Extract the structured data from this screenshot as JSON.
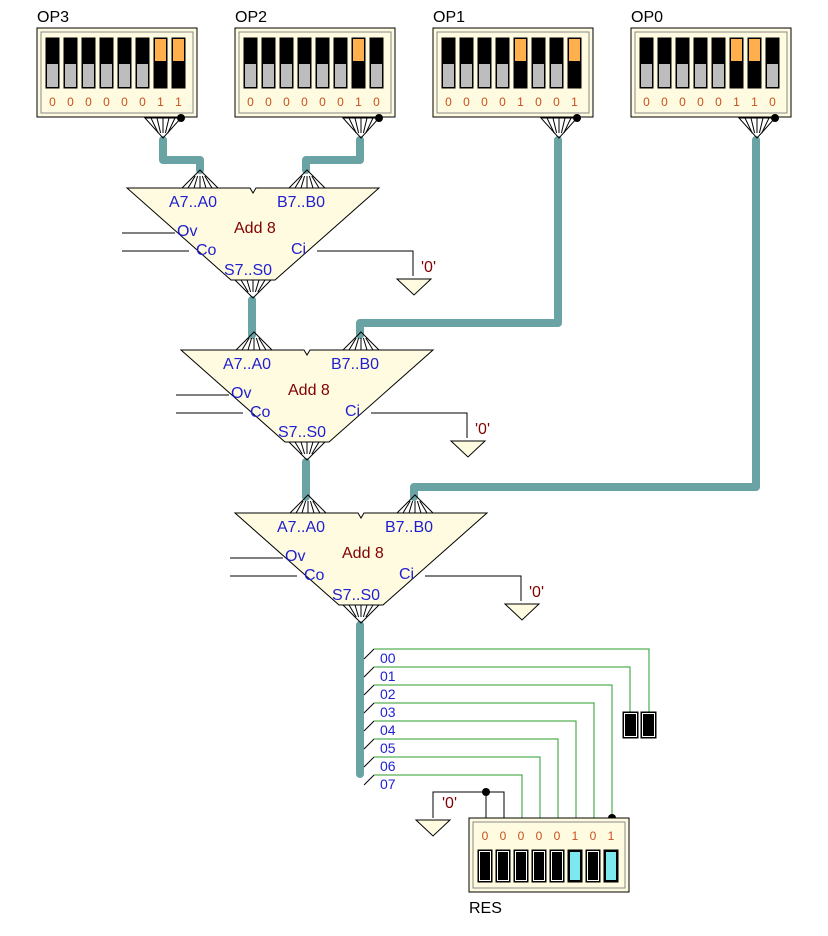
{
  "colors": {
    "bus": "#6aa3a3",
    "wire": "#000000",
    "bitwire": "#2a9d2a",
    "bitlabel": "#1f1fd0",
    "panel": "#fffbe0",
    "switch_off": "#000000",
    "switch_on": "#ffb04d",
    "led_on": "#7ee8f0",
    "adder_fill": "#fffbe0",
    "adder_title": "#800000",
    "pin_label": "#1f1fd0",
    "bits_text": "#c8501e",
    "const_text": "#800000"
  },
  "switches": [
    {
      "label": "OP3",
      "bits": "00000011"
    },
    {
      "label": "OP2",
      "bits": "00000010"
    },
    {
      "label": "OP1",
      "bits": "00001001"
    },
    {
      "label": "OP0",
      "bits": "00000110"
    }
  ],
  "adders": [
    {
      "title": "Add 8",
      "a": "A7..A0",
      "b": "B7..B0",
      "s": "S7..S0",
      "ov": "Ov",
      "co": "Co",
      "ci": "Ci",
      "const": "'0'"
    },
    {
      "title": "Add 8",
      "a": "A7..A0",
      "b": "B7..B0",
      "s": "S7..S0",
      "ov": "Ov",
      "co": "Co",
      "ci": "Ci",
      "const": "'0'"
    },
    {
      "title": "Add 8",
      "a": "A7..A0",
      "b": "B7..B0",
      "s": "S7..S0",
      "ov": "Ov",
      "co": "Co",
      "ci": "Ci",
      "const": "'0'"
    }
  ],
  "bit_labels": [
    "00",
    "01",
    "02",
    "03",
    "04",
    "05",
    "06",
    "07"
  ],
  "result": {
    "label": "RES",
    "bits": "00000101",
    "const": "'0'"
  }
}
